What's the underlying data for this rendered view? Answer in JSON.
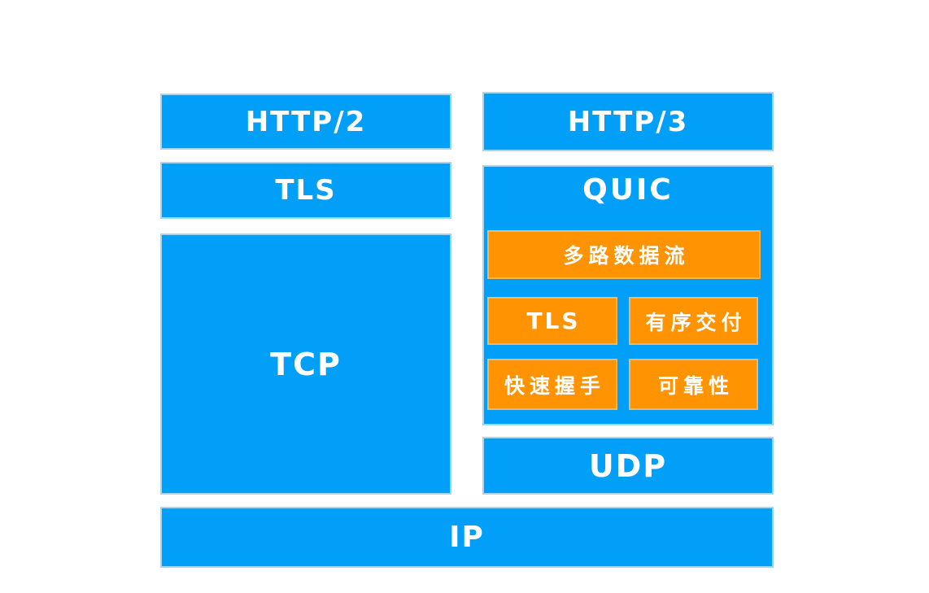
{
  "colors": {
    "blue": "#019ff8",
    "orange": "#ff9302",
    "label": "#ffffff"
  },
  "left_stack": {
    "http2": "HTTP/2",
    "tls": "TLS",
    "tcp": "TCP"
  },
  "right_stack": {
    "http3": "HTTP/3",
    "quic": "QUIC",
    "quic_features": {
      "multiplexing": "多路数据流",
      "tls": "TLS",
      "ordered_delivery": "有序交付",
      "fast_handshake": "快速握手",
      "reliability": "可靠性"
    },
    "udp": "UDP"
  },
  "bottom": {
    "ip": "IP"
  }
}
